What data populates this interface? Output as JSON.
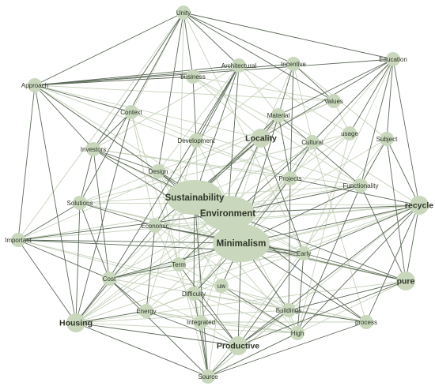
{
  "colors": {
    "node_fill": "#c9d8bd",
    "edge_dark": "#5d6b5a",
    "edge_light": "#c6d2bb",
    "label": "#2e3528"
  },
  "nodes": [
    {
      "id": "unity",
      "label": "Unity",
      "size": 1
    },
    {
      "id": "education",
      "label": "Education",
      "size": 1
    },
    {
      "id": "incentive",
      "label": "Incentive",
      "size": 1
    },
    {
      "id": "architectural",
      "label": "Architectural",
      "size": 1
    },
    {
      "id": "business",
      "label": "business",
      "size": 1
    },
    {
      "id": "approach",
      "label": "Approach",
      "size": 1
    },
    {
      "id": "values",
      "label": "Values",
      "size": 1
    },
    {
      "id": "context",
      "label": "Context",
      "size": 1
    },
    {
      "id": "material",
      "label": "Material",
      "size": 1
    },
    {
      "id": "usage",
      "label": "usage",
      "size": 1
    },
    {
      "id": "subject",
      "label": "Subject",
      "size": 1
    },
    {
      "id": "locality",
      "label": "Locality",
      "size": 2
    },
    {
      "id": "development",
      "label": "Development",
      "size": 1
    },
    {
      "id": "cultural",
      "label": "Cultural",
      "size": 1
    },
    {
      "id": "investors",
      "label": "Investors",
      "size": 1
    },
    {
      "id": "design",
      "label": "Design",
      "size": 1
    },
    {
      "id": "projects",
      "label": "Projects",
      "size": 1
    },
    {
      "id": "functionality",
      "label": "Functionality",
      "size": 1
    },
    {
      "id": "sustainability",
      "label": "Sustainability",
      "size": 3
    },
    {
      "id": "environment",
      "label": "Environment",
      "size": 3
    },
    {
      "id": "recycle",
      "label": "recycle",
      "size": 2
    },
    {
      "id": "solutions",
      "label": "Solutions",
      "size": 1
    },
    {
      "id": "economic",
      "label": "Economic",
      "size": 1
    },
    {
      "id": "minimalism",
      "label": "Minimalism",
      "size": 3
    },
    {
      "id": "important",
      "label": "Important",
      "size": 1
    },
    {
      "id": "early",
      "label": "Early",
      "size": 1
    },
    {
      "id": "term",
      "label": "Term",
      "size": 1
    },
    {
      "id": "cost",
      "label": "Cost",
      "size": 1
    },
    {
      "id": "pure",
      "label": "pure",
      "size": 2
    },
    {
      "id": "uw",
      "label": "uw",
      "size": 1
    },
    {
      "id": "difficulty",
      "label": "Difficulty",
      "size": 1
    },
    {
      "id": "energy",
      "label": "Energy",
      "size": 1
    },
    {
      "id": "buildings",
      "label": "Buildings",
      "size": 1
    },
    {
      "id": "integrated",
      "label": "Integrated",
      "size": 1
    },
    {
      "id": "housing",
      "label": "Housing",
      "size": 2
    },
    {
      "id": "process",
      "label": "process",
      "size": 1
    },
    {
      "id": "high",
      "label": "High",
      "size": 1
    },
    {
      "id": "productive",
      "label": "Productive",
      "size": 2
    },
    {
      "id": "source",
      "label": "Source",
      "size": 1
    }
  ],
  "edges_dark": [
    [
      "unity",
      "approach"
    ],
    [
      "unity",
      "education"
    ],
    [
      "unity",
      "architectural"
    ],
    [
      "unity",
      "business"
    ],
    [
      "unity",
      "investors"
    ],
    [
      "unity",
      "design"
    ],
    [
      "unity",
      "incentive"
    ],
    [
      "unity",
      "solutions"
    ],
    [
      "unity",
      "values"
    ],
    [
      "education",
      "approach"
    ],
    [
      "education",
      "material"
    ],
    [
      "education",
      "cultural"
    ],
    [
      "education",
      "usage"
    ],
    [
      "education",
      "subject"
    ],
    [
      "education",
      "functionality"
    ],
    [
      "education",
      "recycle"
    ],
    [
      "education",
      "locality"
    ],
    [
      "incentive",
      "approach"
    ],
    [
      "incentive",
      "projects"
    ],
    [
      "incentive",
      "values"
    ],
    [
      "incentive",
      "minimalism"
    ],
    [
      "architectural",
      "approach"
    ],
    [
      "architectural",
      "sustainability"
    ],
    [
      "architectural",
      "environment"
    ],
    [
      "architectural",
      "development"
    ],
    [
      "architectural",
      "cost"
    ],
    [
      "architectural",
      "economic"
    ],
    [
      "business",
      "approach"
    ],
    [
      "business",
      "development"
    ],
    [
      "approach",
      "important"
    ],
    [
      "approach",
      "housing"
    ],
    [
      "approach",
      "investors"
    ],
    [
      "approach",
      "context"
    ],
    [
      "approach",
      "sustainability"
    ],
    [
      "context",
      "investors"
    ],
    [
      "context",
      "housing"
    ],
    [
      "material",
      "locality"
    ],
    [
      "material",
      "projects"
    ],
    [
      "material",
      "sustainability"
    ],
    [
      "material",
      "functionality"
    ],
    [
      "locality",
      "sustainability"
    ],
    [
      "locality",
      "environment"
    ],
    [
      "locality",
      "early"
    ],
    [
      "locality",
      "economic"
    ],
    [
      "cultural",
      "projects"
    ],
    [
      "cultural",
      "term"
    ],
    [
      "subject",
      "functionality"
    ],
    [
      "subject",
      "recycle"
    ],
    [
      "subject",
      "pure"
    ],
    [
      "investors",
      "solutions"
    ],
    [
      "investors",
      "design"
    ],
    [
      "investors",
      "cost"
    ],
    [
      "investors",
      "environment"
    ],
    [
      "investors",
      "minimalism"
    ],
    [
      "design",
      "environment"
    ],
    [
      "design",
      "minimalism"
    ],
    [
      "projects",
      "minimalism"
    ],
    [
      "projects",
      "recycle"
    ],
    [
      "projects",
      "buildings"
    ],
    [
      "functionality",
      "pure"
    ],
    [
      "functionality",
      "environment"
    ],
    [
      "functionality",
      "minimalism"
    ],
    [
      "functionality",
      "high"
    ],
    [
      "sustainability",
      "environment"
    ],
    [
      "sustainability",
      "minimalism"
    ],
    [
      "sustainability",
      "source"
    ],
    [
      "sustainability",
      "difficulty"
    ],
    [
      "environment",
      "minimalism"
    ],
    [
      "environment",
      "recycle"
    ],
    [
      "environment",
      "important"
    ],
    [
      "environment",
      "pure"
    ],
    [
      "environment",
      "process"
    ],
    [
      "recycle",
      "minimalism"
    ],
    [
      "recycle",
      "high"
    ],
    [
      "recycle",
      "process"
    ],
    [
      "recycle",
      "early"
    ],
    [
      "recycle",
      "productive"
    ],
    [
      "solutions",
      "economic"
    ],
    [
      "solutions",
      "cost"
    ],
    [
      "solutions",
      "housing"
    ],
    [
      "solutions",
      "important"
    ],
    [
      "economic",
      "minimalism"
    ],
    [
      "economic",
      "energy"
    ],
    [
      "economic",
      "housing"
    ],
    [
      "economic",
      "early"
    ],
    [
      "minimalism",
      "productive"
    ],
    [
      "minimalism",
      "cost"
    ],
    [
      "minimalism",
      "important"
    ],
    [
      "minimalism",
      "early"
    ],
    [
      "minimalism",
      "uw"
    ],
    [
      "minimalism",
      "pure"
    ],
    [
      "minimalism",
      "buildings"
    ],
    [
      "minimalism",
      "difficulty"
    ],
    [
      "minimalism",
      "process"
    ],
    [
      "important",
      "housing"
    ],
    [
      "important",
      "early"
    ],
    [
      "important",
      "cost"
    ],
    [
      "early",
      "high"
    ],
    [
      "early",
      "productive"
    ],
    [
      "early",
      "pure"
    ],
    [
      "term",
      "cost"
    ],
    [
      "term",
      "productive"
    ],
    [
      "cost",
      "housing"
    ],
    [
      "cost",
      "energy"
    ],
    [
      "cost",
      "source"
    ],
    [
      "pure",
      "buildings"
    ],
    [
      "pure",
      "productive"
    ],
    [
      "pure",
      "recycle"
    ],
    [
      "uw",
      "high"
    ],
    [
      "difficulty",
      "productive"
    ],
    [
      "difficulty",
      "source"
    ],
    [
      "energy",
      "productive"
    ],
    [
      "buildings",
      "process"
    ],
    [
      "buildings",
      "productive"
    ],
    [
      "integrated",
      "source"
    ],
    [
      "housing",
      "source"
    ],
    [
      "housing",
      "productive"
    ],
    [
      "housing",
      "energy"
    ],
    [
      "process",
      "source"
    ],
    [
      "high",
      "source"
    ],
    [
      "productive",
      "source"
    ]
  ],
  "edges_light": [
    [
      "approach",
      "values"
    ],
    [
      "approach",
      "locality"
    ],
    [
      "approach",
      "projects"
    ],
    [
      "approach",
      "early"
    ],
    [
      "approach",
      "design"
    ],
    [
      "business",
      "values"
    ],
    [
      "business",
      "functionality"
    ],
    [
      "business",
      "cultural"
    ],
    [
      "business",
      "locality"
    ],
    [
      "context",
      "economic"
    ],
    [
      "context",
      "term"
    ],
    [
      "context",
      "functionality"
    ],
    [
      "context",
      "development"
    ],
    [
      "values",
      "usage"
    ],
    [
      "values",
      "design"
    ],
    [
      "values",
      "important"
    ],
    [
      "usage",
      "high"
    ],
    [
      "usage",
      "sustainability"
    ],
    [
      "usage",
      "housing"
    ],
    [
      "development",
      "projects"
    ],
    [
      "development",
      "integrated"
    ],
    [
      "development",
      "high"
    ],
    [
      "development",
      "energy"
    ],
    [
      "cultural",
      "housing"
    ],
    [
      "cultural",
      "difficulty"
    ],
    [
      "cultural",
      "process"
    ],
    [
      "locality",
      "difficulty"
    ],
    [
      "locality",
      "integrated"
    ],
    [
      "investors",
      "functionality"
    ],
    [
      "investors",
      "early"
    ],
    [
      "investors",
      "projects"
    ],
    [
      "design",
      "term"
    ],
    [
      "design",
      "uw"
    ],
    [
      "design",
      "high"
    ],
    [
      "design",
      "solutions"
    ],
    [
      "projects",
      "term"
    ],
    [
      "projects",
      "energy"
    ],
    [
      "projects",
      "cost"
    ],
    [
      "projects",
      "difficulty"
    ],
    [
      "solutions",
      "recycle"
    ],
    [
      "solutions",
      "pure"
    ],
    [
      "solutions",
      "early"
    ],
    [
      "solutions",
      "functionality"
    ],
    [
      "economic",
      "recycle"
    ],
    [
      "economic",
      "pure"
    ],
    [
      "economic",
      "buildings"
    ],
    [
      "economic",
      "integrated"
    ],
    [
      "important",
      "recycle"
    ],
    [
      "important",
      "functionality"
    ],
    [
      "important",
      "buildings"
    ],
    [
      "important",
      "process"
    ],
    [
      "term",
      "recycle"
    ],
    [
      "term",
      "high"
    ],
    [
      "term",
      "source"
    ],
    [
      "cost",
      "recycle"
    ],
    [
      "cost",
      "early"
    ],
    [
      "cost",
      "process"
    ],
    [
      "cost",
      "integrated"
    ],
    [
      "energy",
      "recycle"
    ],
    [
      "energy",
      "high"
    ],
    [
      "energy",
      "integrated"
    ],
    [
      "housing",
      "recycle"
    ],
    [
      "housing",
      "high"
    ],
    [
      "housing",
      "pure"
    ],
    [
      "housing",
      "buildings"
    ],
    [
      "integrated",
      "high"
    ],
    [
      "integrated",
      "productive"
    ],
    [
      "integrated",
      "process"
    ],
    [
      "buildings",
      "source"
    ],
    [
      "buildings",
      "high"
    ],
    [
      "uw",
      "source"
    ],
    [
      "uw",
      "buildings"
    ],
    [
      "difficulty",
      "process"
    ],
    [
      "difficulty",
      "high"
    ],
    [
      "difficulty",
      "energy"
    ],
    [
      "difficulty",
      "integrated"
    ],
    [
      "source",
      "pure"
    ],
    [
      "source",
      "recycle"
    ],
    [
      "subject",
      "housing"
    ],
    [
      "subject",
      "source"
    ],
    [
      "usage",
      "minimalism"
    ],
    [
      "usage",
      "solutions"
    ],
    [
      "education",
      "early"
    ],
    [
      "education",
      "projects"
    ],
    [
      "incentive",
      "cultural"
    ],
    [
      "incentive",
      "locality"
    ],
    [
      "incentive",
      "development"
    ],
    [
      "incentive",
      "subject"
    ],
    [
      "architectural",
      "material"
    ],
    [
      "architectural",
      "usage"
    ],
    [
      "architectural",
      "investors"
    ],
    [
      "architectural",
      "design"
    ],
    [
      "material",
      "cost"
    ],
    [
      "material",
      "term"
    ],
    [
      "material",
      "housing"
    ],
    [
      "material",
      "recycle"
    ],
    [
      "unity",
      "context"
    ],
    [
      "unity",
      "important"
    ],
    [
      "unity",
      "term"
    ],
    [
      "unity",
      "early"
    ]
  ]
}
